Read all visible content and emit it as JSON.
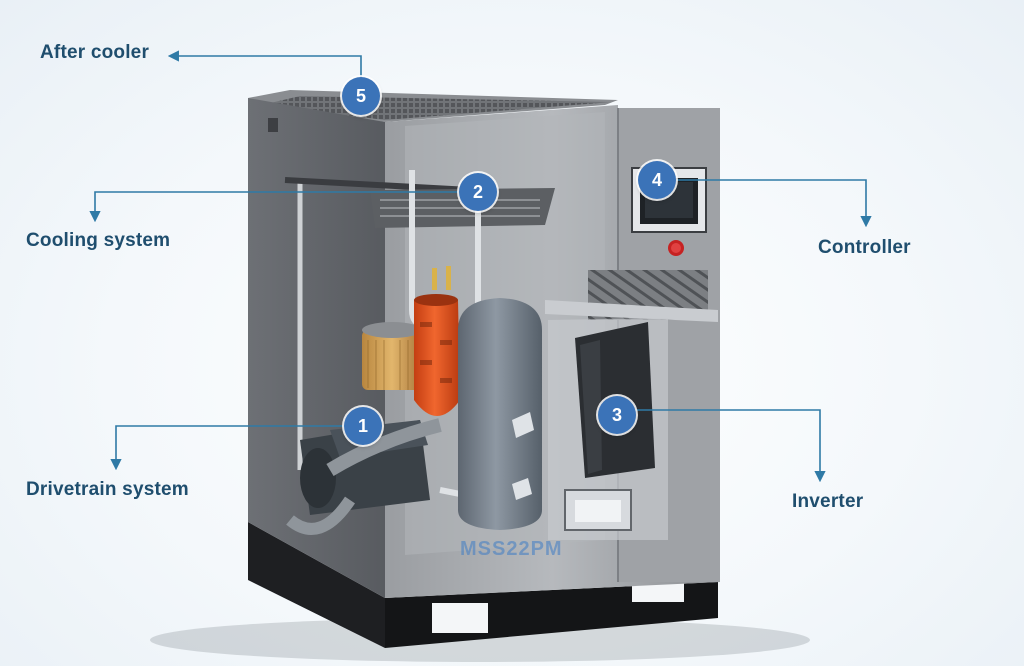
{
  "labels": {
    "after_cooler": "After cooler",
    "cooling_system": "Cooling  system",
    "controller": "Controller",
    "drivetrain_system": "Drivetrain  system",
    "inverter": "Inverter"
  },
  "markers": {
    "m1": "1",
    "m2": "2",
    "m3": "3",
    "m4": "4",
    "m5": "5"
  },
  "model_name": "MSS22PM",
  "colors": {
    "label_text": "#1f4e6e",
    "leader_line": "#2f7aa6",
    "marker_fill": "#3b73b8",
    "cabinet": "#6a6d72",
    "separator_tank": "#6b7580",
    "oil_filter": "#e8541f"
  }
}
